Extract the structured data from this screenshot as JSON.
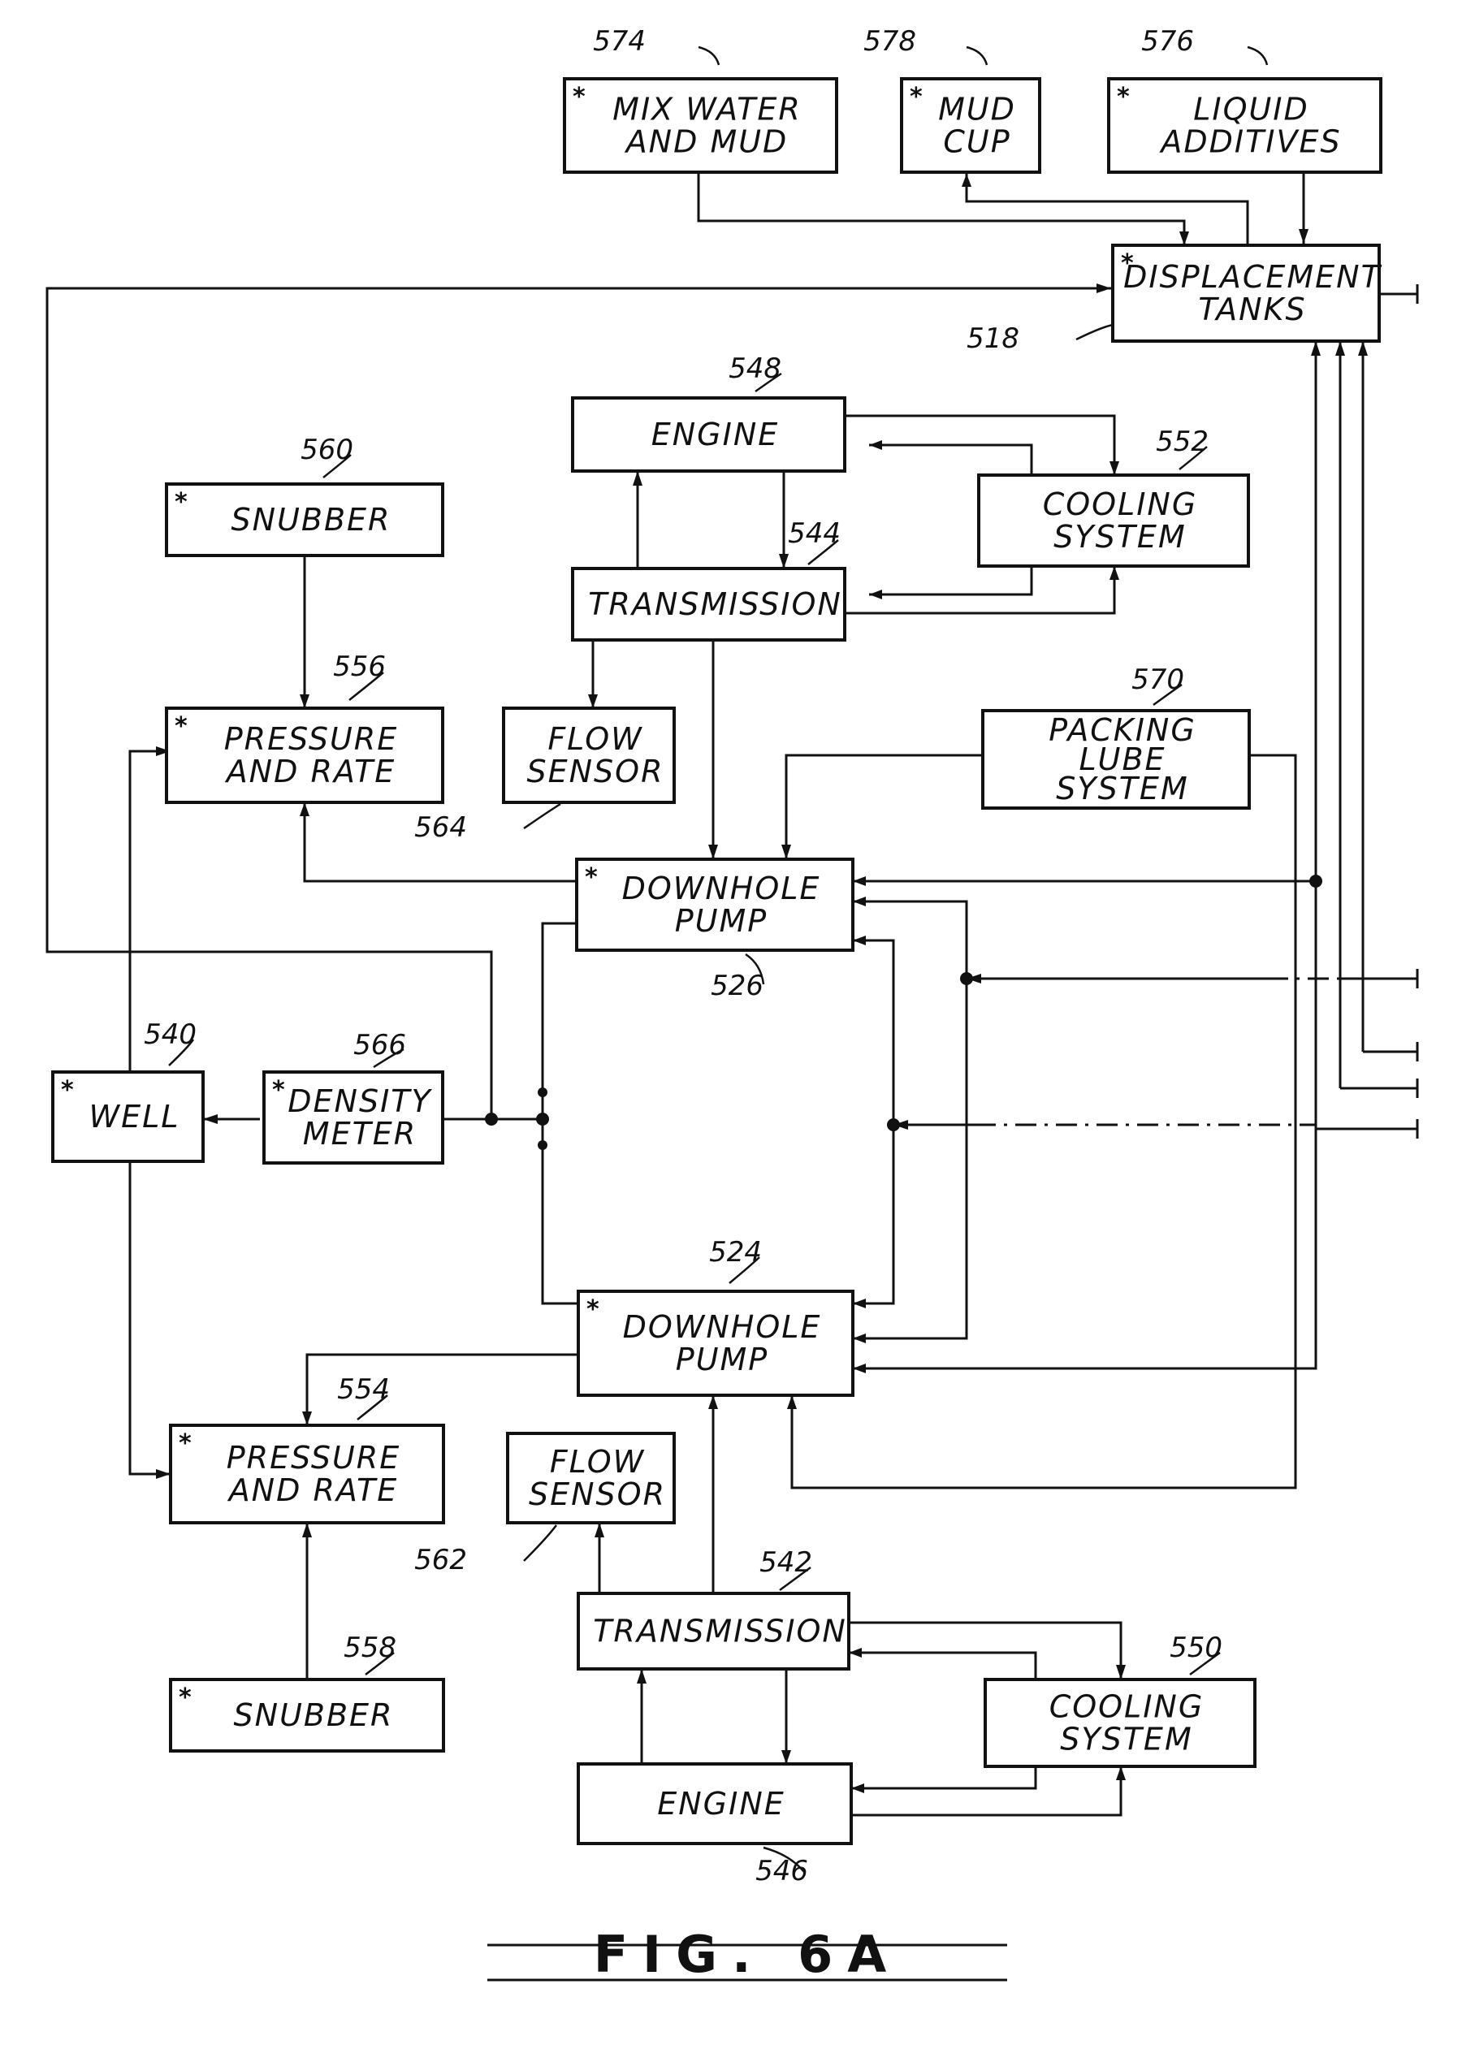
{
  "figure": {
    "caption": "FIG. 6A"
  },
  "blocks": {
    "mix_water": {
      "lines": [
        "MIX WATER",
        "AND MUD"
      ],
      "ref": "574",
      "starred": true
    },
    "mud_cup": {
      "lines": [
        "MUD",
        "CUP"
      ],
      "ref": "578",
      "starred": true
    },
    "liquid_add": {
      "lines": [
        "LIQUID",
        "ADDITIVES"
      ],
      "ref": "576",
      "starred": true
    },
    "displacement": {
      "lines": [
        "DISPLACEMENT",
        "TANKS"
      ],
      "ref": "518",
      "starred": true
    },
    "engine_top": {
      "lines": [
        "ENGINE"
      ],
      "ref": "548",
      "starred": false
    },
    "cooling_top": {
      "lines": [
        "COOLING",
        "SYSTEM"
      ],
      "ref": "552",
      "starred": false
    },
    "trans_top": {
      "lines": [
        "TRANSMISSION"
      ],
      "ref": "544",
      "starred": false
    },
    "snubber_top": {
      "lines": [
        "SNUBBER"
      ],
      "ref": "560",
      "starred": true
    },
    "pr_top": {
      "lines": [
        "PRESSURE",
        "AND RATE"
      ],
      "ref": "556",
      "starred": true
    },
    "flow_top": {
      "lines": [
        "FLOW",
        "SENSOR"
      ],
      "ref": "564",
      "starred": false
    },
    "packing": {
      "lines": [
        "PACKING",
        "LUBE",
        "SYSTEM"
      ],
      "ref": "570",
      "starred": false
    },
    "pump_top": {
      "lines": [
        "DOWNHOLE",
        "PUMP"
      ],
      "ref": "526",
      "starred": true
    },
    "well": {
      "lines": [
        "WELL"
      ],
      "ref": "540",
      "starred": true
    },
    "density": {
      "lines": [
        "DENSITY",
        "METER"
      ],
      "ref": "566",
      "starred": true
    },
    "pump_bot": {
      "lines": [
        "DOWNHOLE",
        "PUMP"
      ],
      "ref": "524",
      "starred": true
    },
    "pr_bot": {
      "lines": [
        "PRESSURE",
        "AND RATE"
      ],
      "ref": "554",
      "starred": true
    },
    "flow_bot": {
      "lines": [
        "FLOW",
        "SENSOR"
      ],
      "ref": "562",
      "starred": false
    },
    "trans_bot": {
      "lines": [
        "TRANSMISSION"
      ],
      "ref": "542",
      "starred": false
    },
    "cooling_bot": {
      "lines": [
        "COOLING",
        "SYSTEM"
      ],
      "ref": "550",
      "starred": false
    },
    "snubber_bot": {
      "lines": [
        "SNUBBER"
      ],
      "ref": "558",
      "starred": true
    },
    "engine_bot": {
      "lines": [
        "ENGINE"
      ],
      "ref": "546",
      "starred": false
    }
  }
}
